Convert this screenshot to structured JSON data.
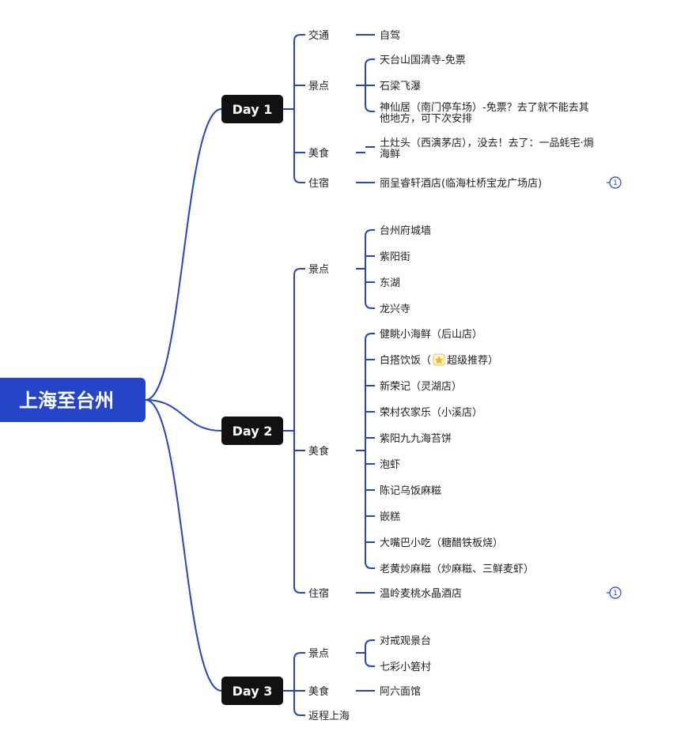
{
  "colors": {
    "accent": "#2445c9",
    "line": "#2445c9",
    "day_box": "#111111",
    "text": "#222222",
    "background": "#ffffff"
  },
  "root": {
    "label": "上海至台州"
  },
  "days": [
    {
      "label": "Day 1",
      "categories": [
        {
          "label": "交通",
          "items": [
            {
              "lines": [
                "自驾"
              ]
            }
          ]
        },
        {
          "label": "景点",
          "items": [
            {
              "lines": [
                "天台山国清寺-免票"
              ]
            },
            {
              "lines": [
                "石梁飞瀑"
              ]
            },
            {
              "lines": [
                "神仙居（南门停车场）-免票？去了就不能去其",
                "他地方，可下次安排"
              ]
            }
          ]
        },
        {
          "label": "美食",
          "items": [
            {
              "lines": [
                "土灶头（西演茅店），没去！去了：一品蚝宅·焗",
                "海鲜"
              ]
            }
          ]
        },
        {
          "label": "住宿",
          "items": [
            {
              "lines": [
                "丽呈睿轩酒店(临海杜桥宝龙广场店)"
              ],
              "badge": "1"
            }
          ]
        }
      ]
    },
    {
      "label": "Day 2",
      "categories": [
        {
          "label": "景点",
          "items": [
            {
              "lines": [
                "台州府城墙"
              ]
            },
            {
              "lines": [
                "紫阳街"
              ]
            },
            {
              "lines": [
                "东湖"
              ]
            },
            {
              "lines": [
                "龙兴寺"
              ]
            }
          ]
        },
        {
          "label": "美食",
          "items": [
            {
              "lines": [
                "健眺小海鲜（后山店）"
              ]
            },
            {
              "lines": [
                "白搭饮饭（",
                "超级推荐）"
              ],
              "icon": "star-badge-icon"
            },
            {
              "lines": [
                "新荣记（灵湖店）"
              ]
            },
            {
              "lines": [
                "荣村农家乐（小溪店）"
              ]
            },
            {
              "lines": [
                "紫阳九九海苔饼"
              ]
            },
            {
              "lines": [
                "泡虾"
              ]
            },
            {
              "lines": [
                "陈记乌饭麻糍"
              ]
            },
            {
              "lines": [
                "嵌糕"
              ]
            },
            {
              "lines": [
                "大嘴巴小吃（糖醋铁板烧）"
              ]
            },
            {
              "lines": [
                "老黄炒麻糍（炒麻糍、三鲜麦虾）"
              ]
            }
          ]
        },
        {
          "label": "住宿",
          "items": [
            {
              "lines": [
                "温岭麦桃水晶酒店"
              ],
              "badge": "1"
            }
          ]
        }
      ]
    },
    {
      "label": "Day 3",
      "categories": [
        {
          "label": "景点",
          "items": [
            {
              "lines": [
                "对戒观景台"
              ]
            },
            {
              "lines": [
                "七彩小箬村"
              ]
            }
          ]
        },
        {
          "label": "美食",
          "items": [
            {
              "lines": [
                "阿六面馆"
              ]
            }
          ]
        },
        {
          "label": "返程上海",
          "items": []
        }
      ]
    }
  ]
}
